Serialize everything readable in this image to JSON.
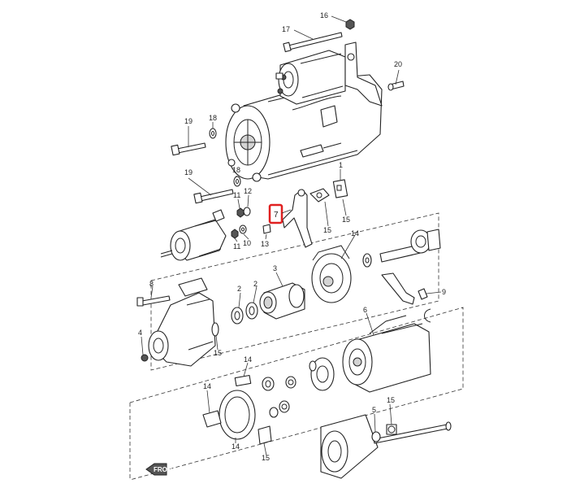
{
  "callouts": {
    "c1": "1",
    "c2a": "2",
    "c2b": "2",
    "c3": "3",
    "c4": "4",
    "c5": "5",
    "c6": "6",
    "c7": "7",
    "c8": "8",
    "c9": "9",
    "c10": "10",
    "c11a": "11",
    "c11b": "11",
    "c12": "12",
    "c13": "13",
    "c14a": "14",
    "c14b": "14",
    "c14c": "14",
    "c14d": "14",
    "c15a": "15",
    "c15b": "15",
    "c15c": "15",
    "c15d": "15",
    "c16": "16",
    "c17": "17",
    "c18a": "18",
    "c18b": "18",
    "c19a": "19",
    "c19b": "19",
    "c20": "20"
  },
  "highlight": {
    "label": "7",
    "color": "#e02020"
  },
  "front_marker": {
    "label": "FRONT"
  }
}
